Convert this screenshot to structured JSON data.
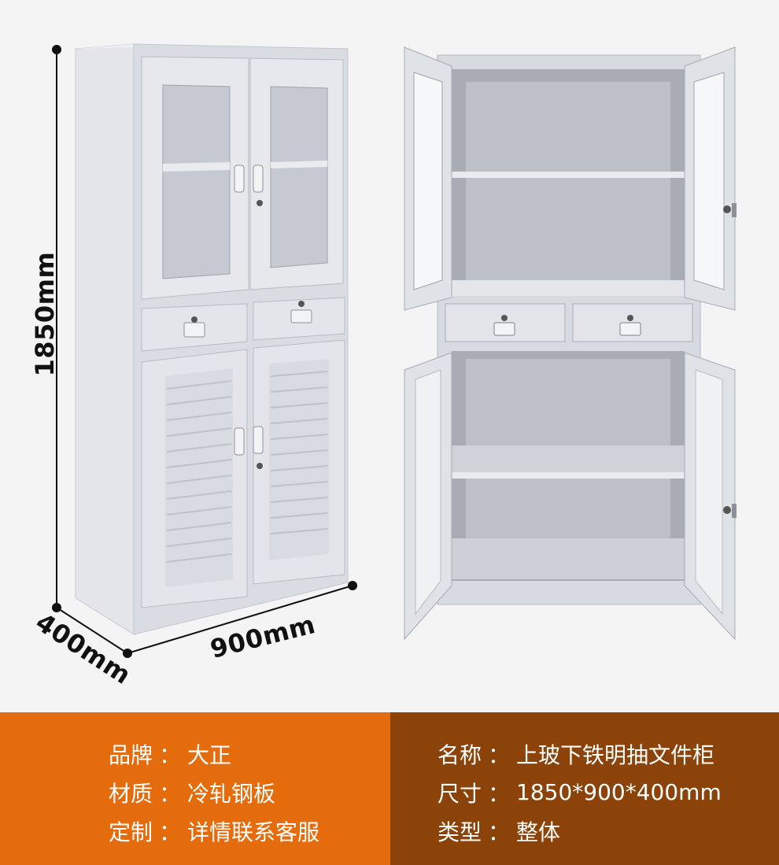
{
  "dimensions": {
    "height": "1850mm",
    "width": "900mm",
    "depth": "400mm"
  },
  "specs_left": [
    {
      "label": "品牌",
      "value": "大正"
    },
    {
      "label": "材质",
      "value": "冷轧钢板"
    },
    {
      "label": "定制",
      "value": "详情联系客服"
    }
  ],
  "specs_right": [
    {
      "label": "名称",
      "value": "上玻下铁明抽文件柜"
    },
    {
      "label": "尺寸",
      "value": "1850*900*400mm"
    },
    {
      "label": "类型",
      "value": "整体"
    }
  ],
  "separator": "：",
  "colors": {
    "panel_left": "#e56c0c",
    "panel_right": "#8b4309",
    "cabinet": "#d9dce3"
  }
}
